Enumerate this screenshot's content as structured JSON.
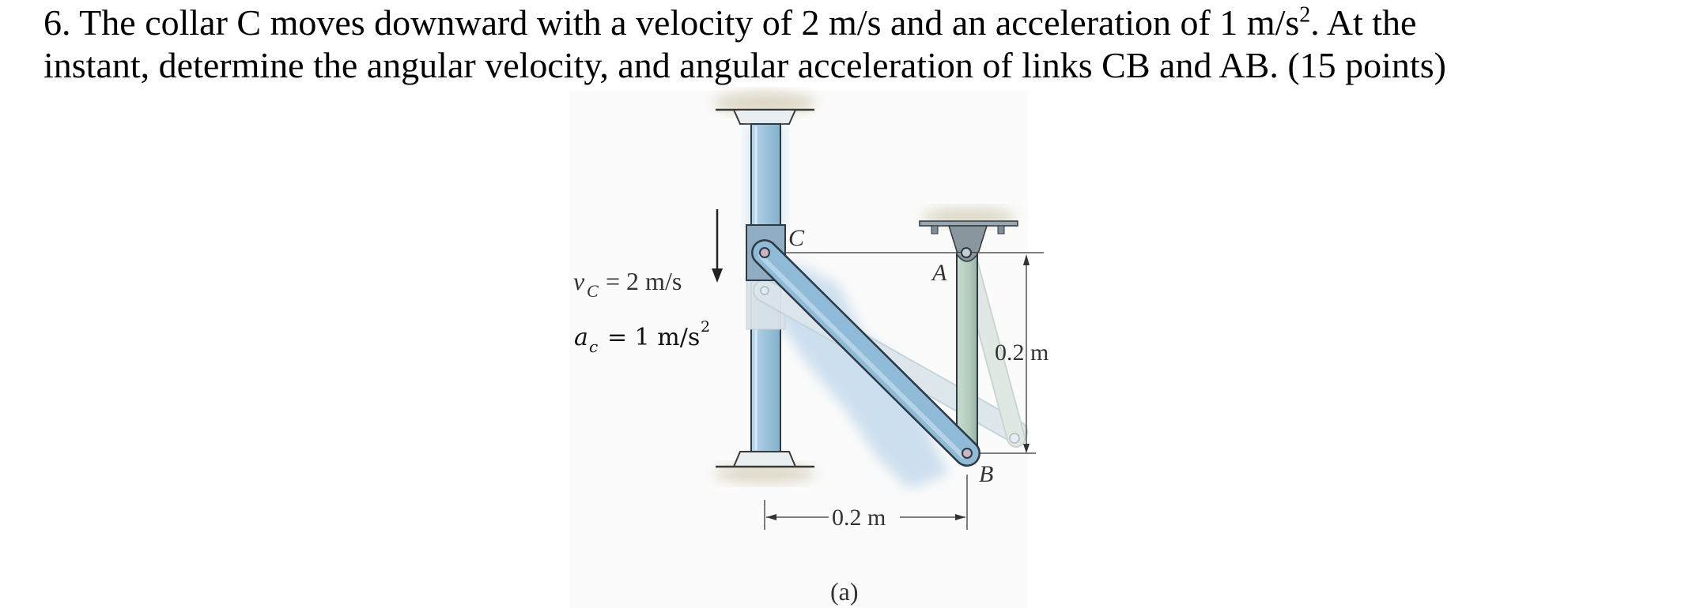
{
  "problem": {
    "number": "6.",
    "line1": "The collar C moves downward with a velocity of 2 m/s and an acceleration of 1 m/s",
    "line1_sup": "2",
    "line1_end": ". At the",
    "line2": "instant, determine the angular velocity, and angular acceleration of links CB and AB.  (15 points)"
  },
  "figure": {
    "labels": {
      "C": "C",
      "A": "A",
      "B": "B",
      "vertical_dim": "0.2 m",
      "horizontal_dim": "0.2 m",
      "caption": "(a)"
    },
    "velocity": {
      "symbol": "v",
      "subscript": "C",
      "text": "= 2 m/s"
    },
    "acceleration": {
      "symbol": "a",
      "subscript": "c",
      "text": "= 1 m/s",
      "sup": "2"
    },
    "colors": {
      "column": "#9cc3dc",
      "link_cb": "#8fbbd8",
      "link_ab": "#b7cfc2",
      "collar": "#7f9db5",
      "ghost": "#dbe5ea",
      "ground": "#ddd8c8",
      "outline": "#2d3a44"
    }
  }
}
